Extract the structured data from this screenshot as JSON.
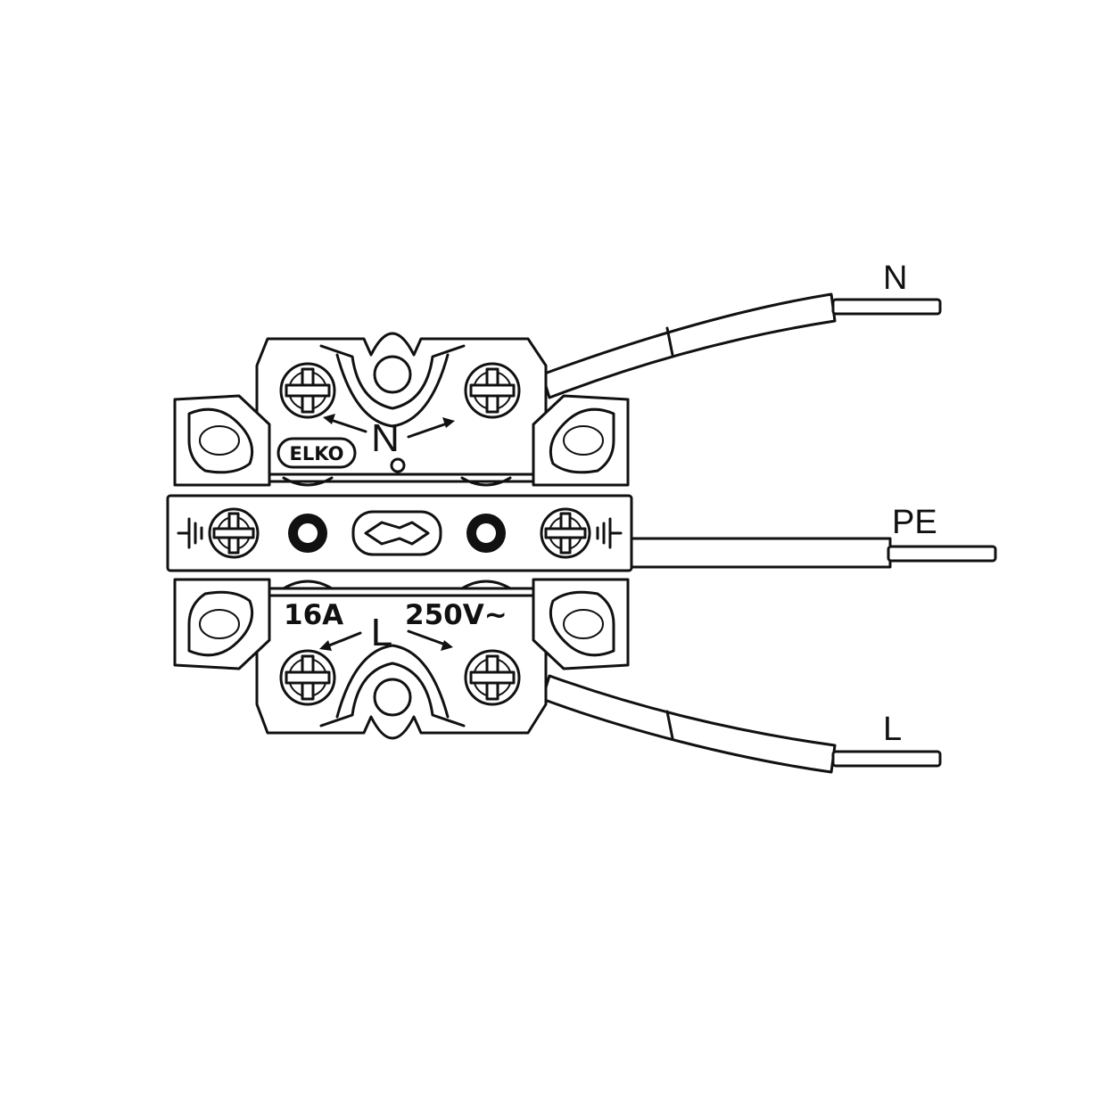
{
  "wires": {
    "n_label": "N",
    "pe_label": "PE",
    "l_label": "L"
  },
  "device": {
    "brand": "ELKO",
    "top_terminal_mark": "N",
    "bottom_terminal_mark": "L",
    "current_rating": "16A",
    "voltage_rating": "250V~"
  }
}
